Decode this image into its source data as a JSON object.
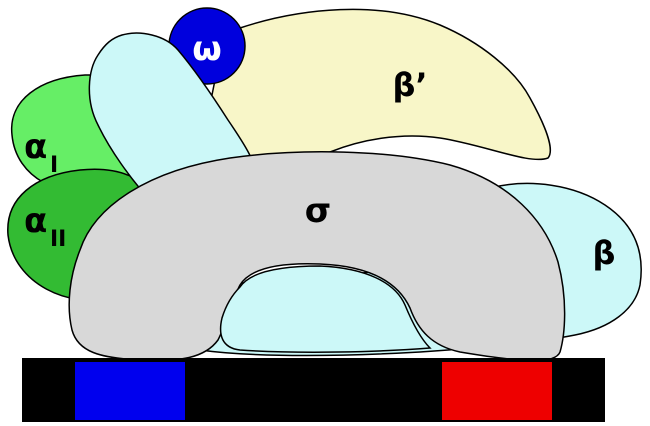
{
  "subunits": {
    "alpha_one": {
      "label": "α",
      "subscript": "I",
      "color": "#66ee66"
    },
    "alpha_two": {
      "label": "α",
      "subscript": "II",
      "color": "#33bb33"
    },
    "omega": {
      "label": "ω",
      "color": "#0000dd"
    },
    "beta_prime": {
      "label": "β’",
      "color": "#f8f6c8"
    },
    "beta": {
      "label": "β",
      "color": "#ccf8f8"
    },
    "sigma": {
      "label": "σ",
      "color": "#d8d8d8"
    }
  },
  "dna": {
    "strand_color": "#000000",
    "box_left_color": "#0000ee",
    "box_right_color": "#ee0000"
  }
}
